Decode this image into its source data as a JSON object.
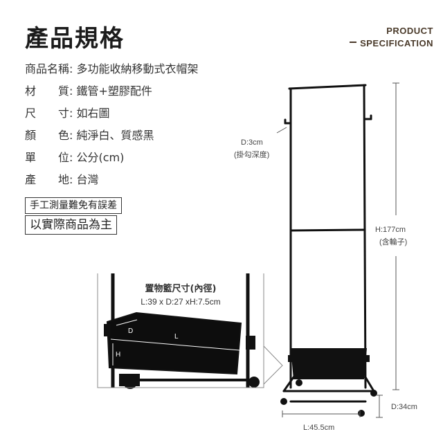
{
  "header": {
    "title": "產品規格",
    "badge_line1": "PRODUCT",
    "badge_line2": "SPECIFICATION"
  },
  "specs": [
    {
      "label": "商品名稱:",
      "value": "多功能收納移動式衣帽架"
    },
    {
      "label": "材　　質:",
      "value": "鐵管+塑膠配件"
    },
    {
      "label": "尺　　寸:",
      "value": "如右圖"
    },
    {
      "label": "顏　　色:",
      "value": "純淨白、質感黑"
    },
    {
      "label": "單　　位:",
      "value": "公分(cm)"
    },
    {
      "label": "產　　地:",
      "value": "台灣"
    }
  ],
  "notes": {
    "line1": "手工測量難免有誤差",
    "line2": "以實際商品為主"
  },
  "dimensions": {
    "hook_depth": "D:3cm",
    "hook_depth_note": "(掛勾深度)",
    "height": "H:177cm",
    "height_note": "(含輪子)",
    "depth": "D:34cm",
    "length": "L:45.5cm"
  },
  "basket": {
    "title": "置物籃尺寸(內徑)",
    "size": "L:39 x D:27 xH:7.5cm",
    "label_d": "D",
    "label_l": "L",
    "label_h": "H"
  },
  "colors": {
    "product": "#111111",
    "dimline": "#555555",
    "accent": "#4a3a2a"
  }
}
